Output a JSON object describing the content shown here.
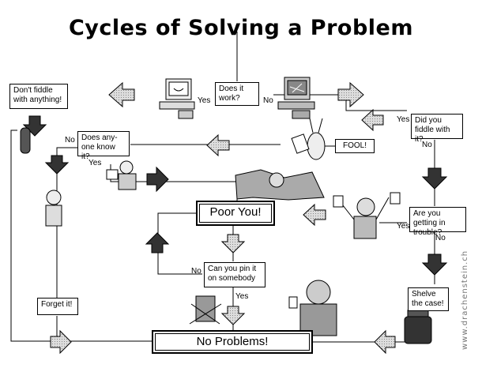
{
  "title": "Cycles of Solving a Problem",
  "nodes": {
    "does_it_work": "Does it work?",
    "dont_fiddle": "Don't fiddle with anything!",
    "did_you_fiddle": "Did you fiddle with it?",
    "fool": "FOOL!",
    "does_anyone_know": "Does any-one know it?",
    "poor_you": "Poor You!",
    "trouble": "Are you getting in trouble?",
    "pin_it": "Can you pin it on somebody",
    "forget_it": "Forget it!",
    "shelve": "Shelve the case!",
    "no_problems": "No Problems!"
  },
  "edge_labels": {
    "work_yes": "Yes",
    "work_no": "No",
    "fiddle_yes": "Yes",
    "fiddle_no": "No",
    "know_no": "No",
    "know_yes": "Yes",
    "trouble_yes": "Yes",
    "trouble_no": "No",
    "pin_no": "No",
    "pin_yes": "Yes"
  },
  "watermark": "www.drachenstein.ch",
  "colors": {
    "line": "#000000",
    "arrow_dark": "#333333",
    "arrow_light": "#bbbbbb"
  }
}
